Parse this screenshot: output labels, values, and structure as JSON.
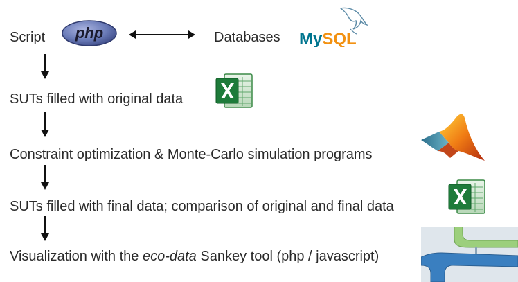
{
  "steps": {
    "script": {
      "label": "Script",
      "logo": "php-logo"
    },
    "databases": {
      "label": "Databases",
      "logo": "mysql-logo"
    },
    "suts_original": {
      "label": "SUTs filled with original data",
      "logo": "excel-icon"
    },
    "optimization": {
      "label": "Constraint optimization & Monte-Carlo simulation programs",
      "logo": "matlab-icon"
    },
    "suts_final": {
      "label": "SUTs filled with final data; comparison of original and final data",
      "logo": "excel-icon"
    },
    "visualization": {
      "label_before": "Visualization with the ",
      "label_emph": "eco-data",
      "label_after": " Sankey tool (php / javascript)",
      "logo": "sankey-thumbnail"
    }
  },
  "logos": {
    "php_text": "php",
    "mysql_text_my": "My",
    "mysql_text_sql": "SQL"
  },
  "colors": {
    "text": "#2a2a2a",
    "php": "#6a7bb8",
    "mysql_blue": "#00758f",
    "mysql_orange": "#f29111",
    "excel_green": "#1e7b3a",
    "sankey_green": "#9ccf7c",
    "sankey_blue": "#3a7fc0"
  }
}
